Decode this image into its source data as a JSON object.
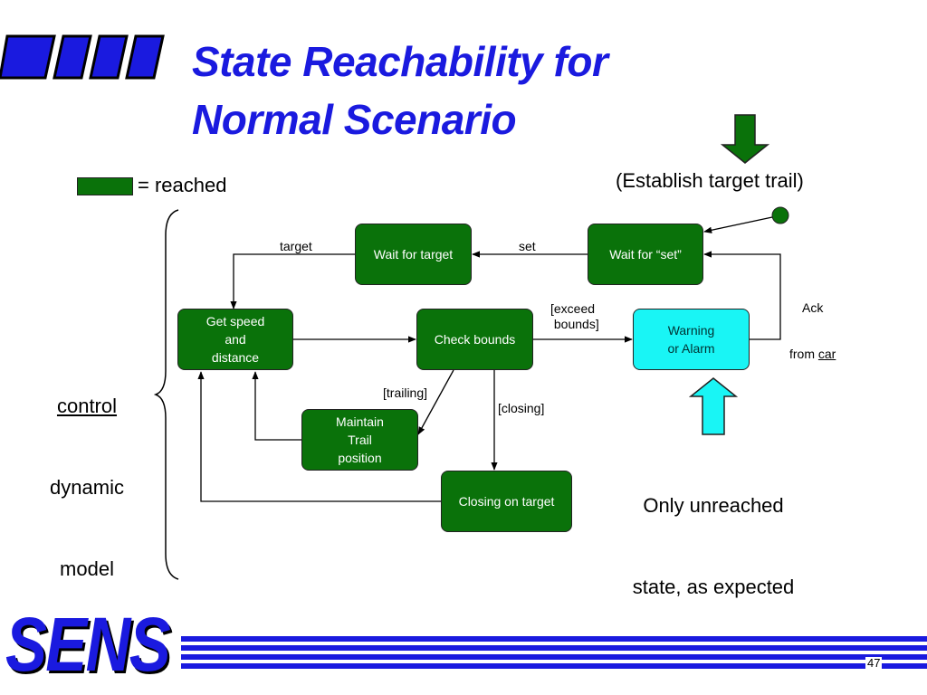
{
  "slide": {
    "title_line1": "State Reachability for",
    "title_line2": "Normal Scenario",
    "legend": {
      "label": "= reached",
      "swatch_color": "#0a720a"
    },
    "establish_note": "(Establish target trail)",
    "side_label": {
      "line1": "control",
      "line2": "dynamic",
      "line3": "model"
    },
    "unreached_note": {
      "line1": "Only unreached",
      "line2": "state, as expected"
    },
    "logo_text": "SENS",
    "page_number": "47"
  },
  "diagram": {
    "states": {
      "wait_target": "Wait for target",
      "wait_set": "Wait for “set”",
      "get_speed": "Get speed\nand\ndistance",
      "check_bounds": "Check bounds",
      "warning": "Warning\nor Alarm",
      "maintain_trail": "Maintain\nTrail\nposition",
      "closing": "Closing on target"
    },
    "transitions": {
      "target": "target",
      "set": "set",
      "exceed_bounds": "[exceed\n bounds]",
      "ack_line1": "Ack",
      "ack_from": "from ",
      "ack_car": "car",
      "trailing": "[trailing]",
      "closing": "[closing]"
    },
    "colors": {
      "reached": "#0a720a",
      "unreached": "#19f5f5",
      "title": "#1a1adf"
    }
  }
}
